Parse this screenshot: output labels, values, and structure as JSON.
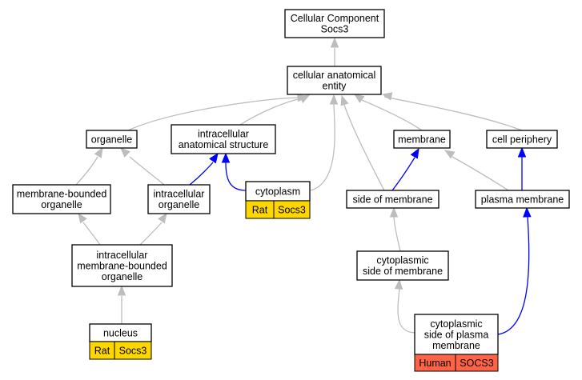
{
  "diagram": {
    "nodes": [
      {
        "id": "root",
        "lines": [
          "Cellular Component",
          "Socs3"
        ]
      },
      {
        "id": "cae",
        "lines": [
          "cellular anatomical",
          "entity"
        ]
      },
      {
        "id": "organelle",
        "lines": [
          "organelle"
        ]
      },
      {
        "id": "ias",
        "lines": [
          "intracellular",
          "anatomical structure"
        ]
      },
      {
        "id": "membrane",
        "lines": [
          "membrane"
        ]
      },
      {
        "id": "cellperiph",
        "lines": [
          "cell periphery"
        ]
      },
      {
        "id": "mbo",
        "lines": [
          "membrane-bounded",
          "organelle"
        ]
      },
      {
        "id": "io",
        "lines": [
          "intracellular",
          "organelle"
        ]
      },
      {
        "id": "cytoplasm",
        "lines": [
          "cytoplasm"
        ],
        "tags": [
          "Rat",
          "Socs3"
        ]
      },
      {
        "id": "som",
        "lines": [
          "side of membrane"
        ]
      },
      {
        "id": "pm",
        "lines": [
          "plasma membrane"
        ]
      },
      {
        "id": "imbo",
        "lines": [
          "intracellular",
          "membrane-bounded",
          "organelle"
        ]
      },
      {
        "id": "csom",
        "lines": [
          "cytoplasmic",
          "side of membrane"
        ]
      },
      {
        "id": "nucleus",
        "lines": [
          "nucleus"
        ],
        "tags": [
          "Rat",
          "Socs3"
        ]
      },
      {
        "id": "cspm",
        "lines": [
          "cytoplasmic",
          "side of plasma",
          "membrane"
        ],
        "tags": [
          "Human",
          "SOCS3"
        ]
      }
    ],
    "edges": [
      {
        "from": "cae",
        "to": "root",
        "kind": "is_a"
      },
      {
        "from": "organelle",
        "to": "cae",
        "kind": "is_a"
      },
      {
        "from": "ias",
        "to": "cae",
        "kind": "is_a"
      },
      {
        "from": "cytoplasm",
        "to": "cae",
        "kind": "is_a"
      },
      {
        "from": "som",
        "to": "cae",
        "kind": "is_a"
      },
      {
        "from": "membrane",
        "to": "cae",
        "kind": "is_a"
      },
      {
        "from": "cellperiph",
        "to": "cae",
        "kind": "is_a"
      },
      {
        "from": "mbo",
        "to": "organelle",
        "kind": "is_a"
      },
      {
        "from": "io",
        "to": "organelle",
        "kind": "is_a"
      },
      {
        "from": "io",
        "to": "ias",
        "kind": "part_of"
      },
      {
        "from": "cytoplasm",
        "to": "ias",
        "kind": "part_of"
      },
      {
        "from": "som",
        "to": "membrane",
        "kind": "part_of"
      },
      {
        "from": "pm",
        "to": "membrane",
        "kind": "is_a"
      },
      {
        "from": "pm",
        "to": "cellperiph",
        "kind": "part_of"
      },
      {
        "from": "imbo",
        "to": "mbo",
        "kind": "is_a"
      },
      {
        "from": "imbo",
        "to": "io",
        "kind": "is_a"
      },
      {
        "from": "csom",
        "to": "som",
        "kind": "is_a"
      },
      {
        "from": "nucleus",
        "to": "imbo",
        "kind": "is_a"
      },
      {
        "from": "cspm",
        "to": "csom",
        "kind": "is_a"
      },
      {
        "from": "cspm",
        "to": "pm",
        "kind": "part_of"
      }
    ],
    "colors": {
      "is_a": "#bdbdbd",
      "part_of": "#0000ff",
      "rat": "#ffd700",
      "human": "#ff6347"
    }
  }
}
